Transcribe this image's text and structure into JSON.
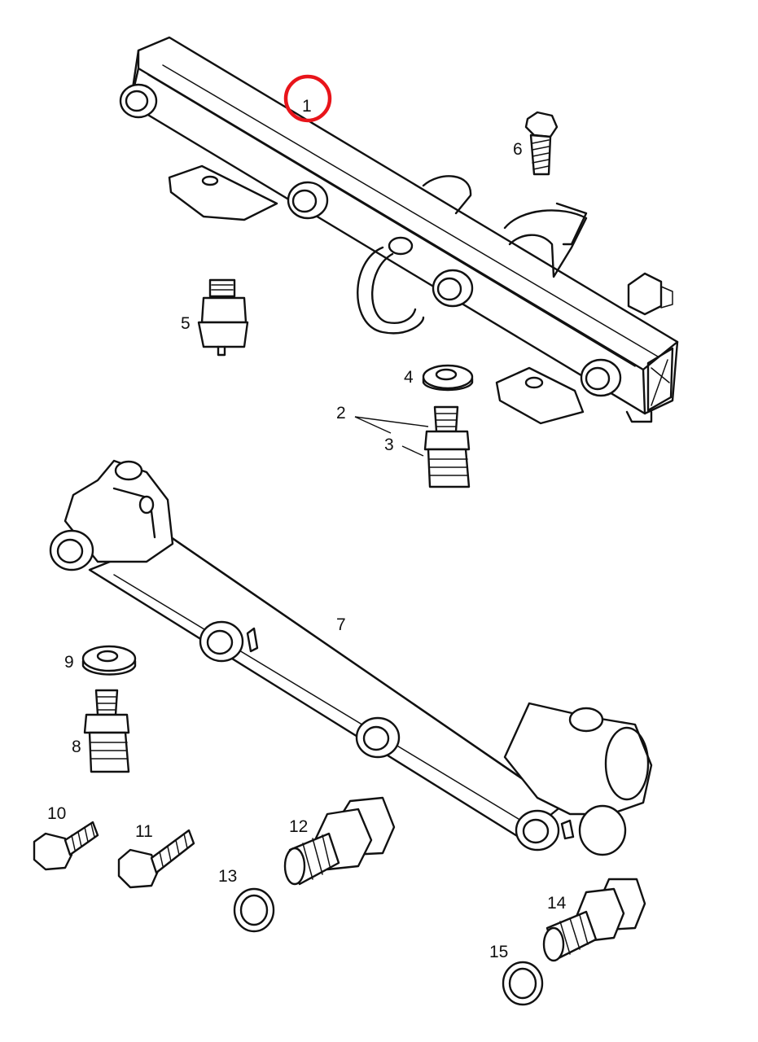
{
  "diagram": {
    "highlight_color": "#e8141a",
    "ink_color": "#111111",
    "labels": {
      "p1": "1",
      "p2": "2",
      "p3": "3",
      "p4": "4",
      "p5": "5",
      "p6": "6",
      "p7": "7",
      "p8": "8",
      "p9": "9",
      "p10": "10",
      "p11": "11",
      "p12": "12",
      "p13": "13",
      "p14": "14",
      "p15": "15"
    },
    "highlighted_part": "1"
  }
}
